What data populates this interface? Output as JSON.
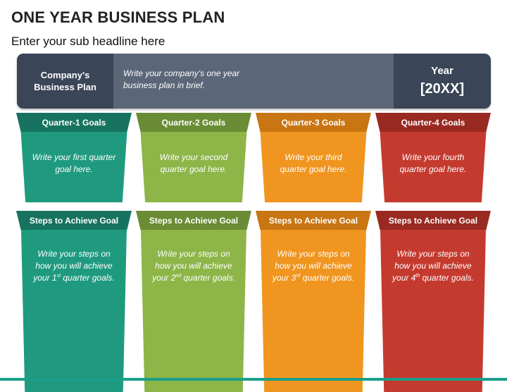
{
  "header": {
    "title": "ONE YEAR BUSINESS PLAN",
    "subtitle": "Enter your sub headline here"
  },
  "banner": {
    "left_line1": "Company’s",
    "left_line2": "Business Plan",
    "middle": "Write your company’s one year business plan in brief.",
    "year_label": "Year",
    "year_value": "[20XX]"
  },
  "colors": {
    "q1": "#1f9a7f",
    "q1_dark": "#17735f",
    "q2": "#8db548",
    "q2_dark": "#6a8c34",
    "q3": "#f0951f",
    "q3_dark": "#c87513",
    "q4": "#c53a2f",
    "q4_dark": "#992a22"
  },
  "quarters": [
    {
      "goal_label": "Quarter-1 Goals",
      "goal_text": "Write your first quarter goal here.",
      "steps_label": "Steps to Achieve Goal",
      "steps_text_pre": "Write your steps on how you will achieve your 1",
      "steps_sup": "st",
      "steps_text_post": " quarter goals."
    },
    {
      "goal_label": "Quarter-2 Goals",
      "goal_text": "Write your second quarter goal here.",
      "steps_label": "Steps to Achieve Goal",
      "steps_text_pre": "Write your steps on how you will achieve your 2",
      "steps_sup": "nd",
      "steps_text_post": " quarter goals."
    },
    {
      "goal_label": "Quarter-3 Goals",
      "goal_text": "Write your third quarter goal here.",
      "steps_label": "Steps to Achieve Goal",
      "steps_text_pre": "Write your steps on how you will achieve your 3",
      "steps_sup": "rd",
      "steps_text_post": " quarter goals."
    },
    {
      "goal_label": "Quarter-4 Goals",
      "goal_text": "Write your fourth quarter goal here.",
      "steps_label": "Steps to Achieve Goal",
      "steps_text_pre": "Write your steps on how you will achieve your 4",
      "steps_sup": "th",
      "steps_text_post": " quarter goals."
    }
  ]
}
